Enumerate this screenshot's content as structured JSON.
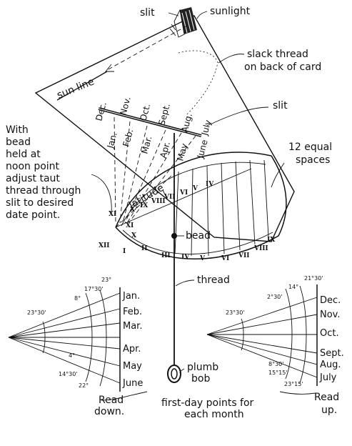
{
  "callouts": {
    "slit_top": "slit",
    "sunlight": "sunlight",
    "slack_thread": [
      "slack thread",
      "on back of card"
    ],
    "sun_line": "sun line",
    "slit_mid": "slit",
    "instruction": [
      "With",
      "bead",
      "held at",
      "noon point",
      "adjust taut",
      "thread through",
      "slit to desired",
      "date point."
    ],
    "equal_spaces": [
      "12 equal",
      "spaces"
    ],
    "latitude": "latitude",
    "bead": "bead",
    "thread": "thread",
    "plumb_bob": [
      "plumb",
      "bob"
    ],
    "read_down": [
      "Read",
      "down."
    ],
    "first_day": [
      "first-day points for",
      "each month"
    ],
    "read_up": [
      "Read",
      "up."
    ]
  },
  "card_months_upper": [
    "Dec.",
    "Nov.",
    "Oct.",
    "Sept.",
    "Aug.",
    "July"
  ],
  "card_months_lower": [
    "Jan.",
    "Feb.",
    "Mar.",
    "Apr.",
    "May",
    "June"
  ],
  "hour_numerals_outer": [
    "XII",
    "XI",
    "X",
    "IX",
    "VIII",
    "VII",
    "VI",
    "V",
    "IV"
  ],
  "hour_numerals_inner": [
    "I",
    "II",
    "III",
    "IV",
    "V",
    "VI",
    "VII",
    "VIII",
    "IX",
    "X",
    "XI"
  ],
  "left_scale": {
    "months": [
      "Jan.",
      "Feb.",
      "Mar.",
      "Apr.",
      "May",
      "June"
    ],
    "angles": [
      "23°",
      "17°30'",
      "8°",
      "23°30'",
      "4°",
      "14°30'",
      "22°"
    ]
  },
  "right_scale": {
    "months": [
      "Dec.",
      "Nov.",
      "Oct.",
      "Sept.",
      "Aug.",
      "July"
    ],
    "angles": [
      "21°30'",
      "14°",
      "2°30'",
      "23°30'",
      "8°30'",
      "15°15'",
      "23°15'"
    ]
  }
}
